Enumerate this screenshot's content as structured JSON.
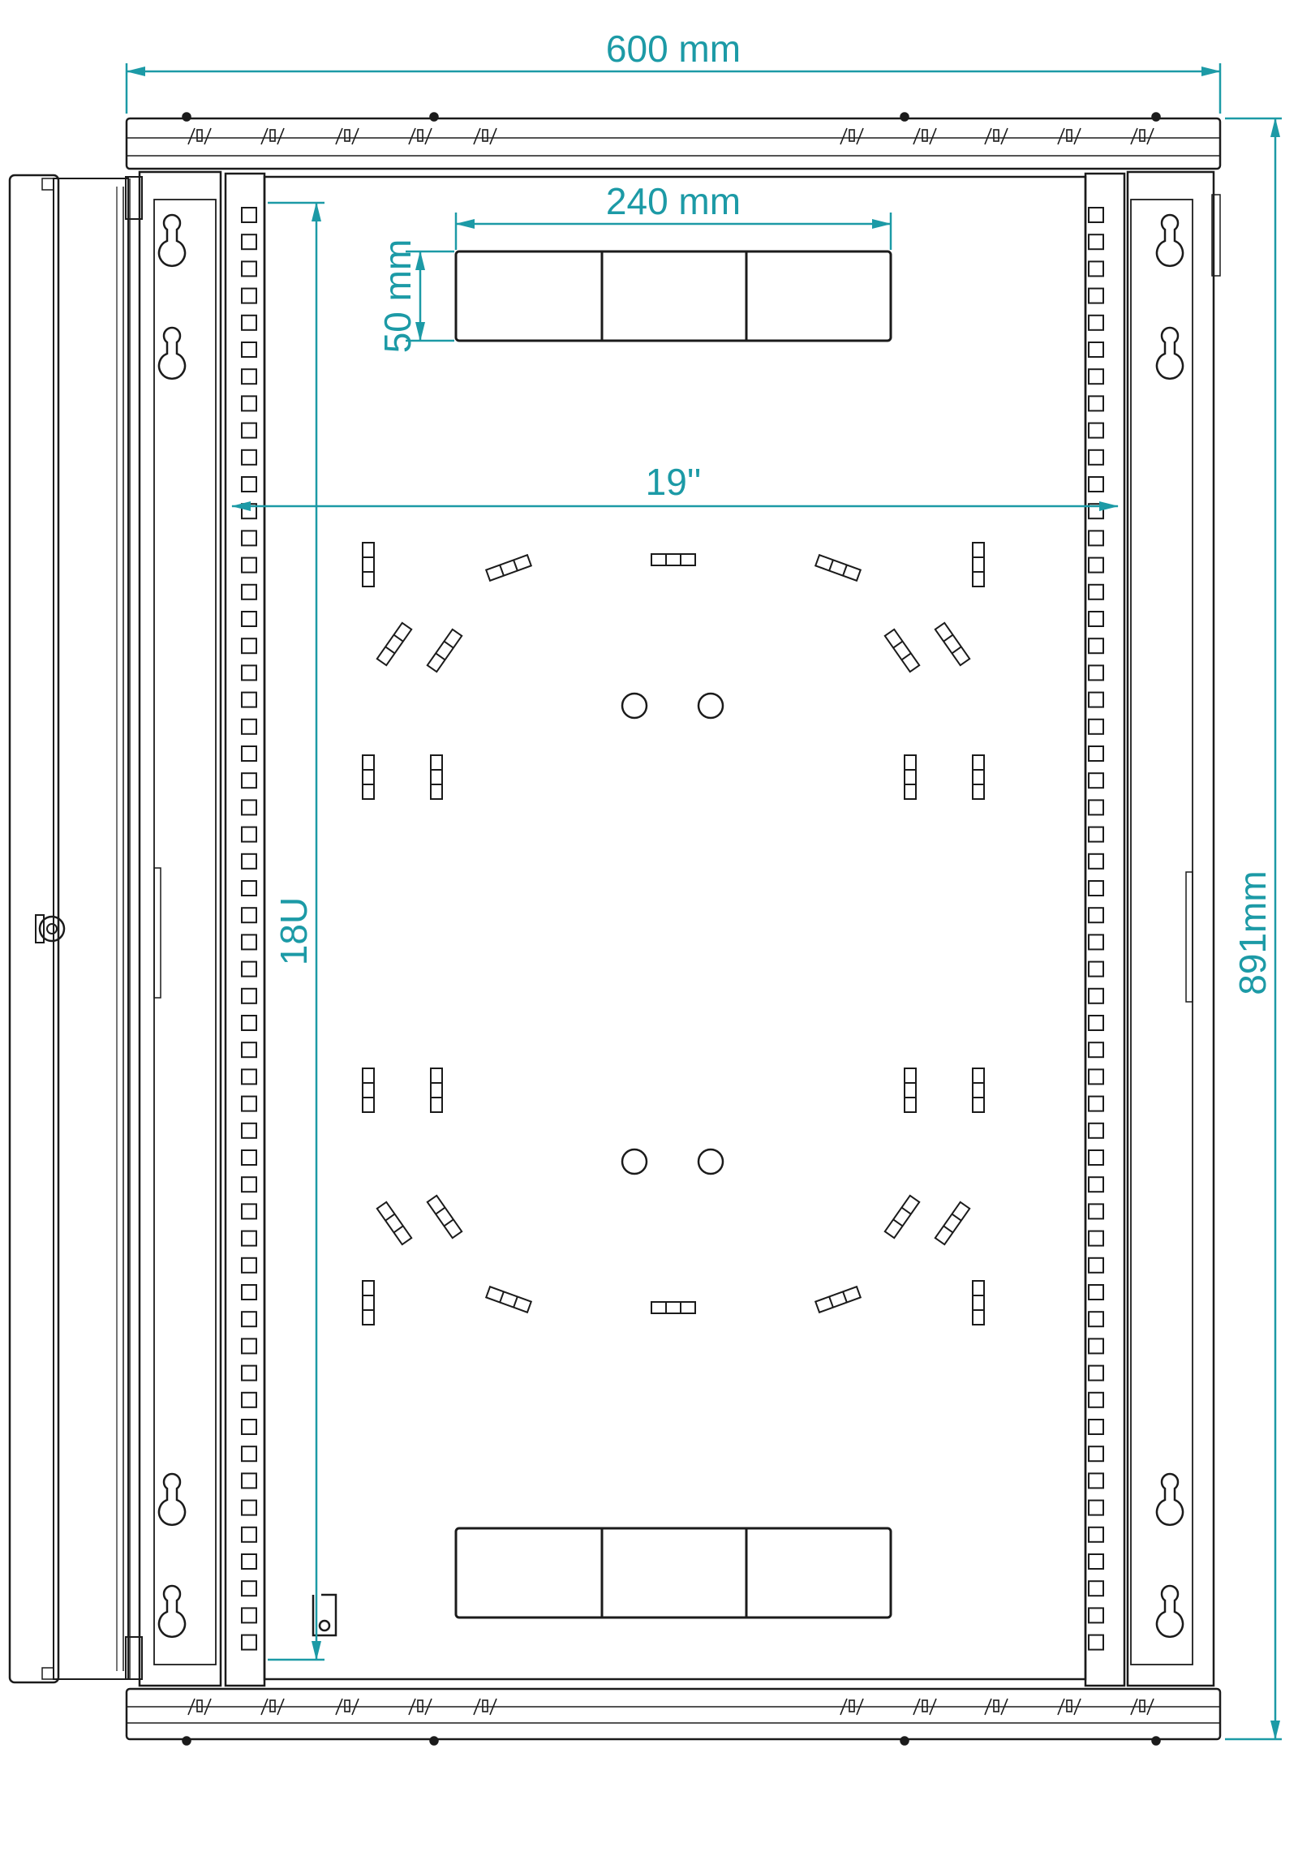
{
  "colors": {
    "dimension": "#1c9aa6",
    "line": "#1b1b1b",
    "background": "#ffffff"
  },
  "dimensions": {
    "width": "600 mm",
    "height": "891mm",
    "rack_width": "19''",
    "rack_height": "18U",
    "cutout_width": "240 mm",
    "cutout_height": "50 mm"
  }
}
